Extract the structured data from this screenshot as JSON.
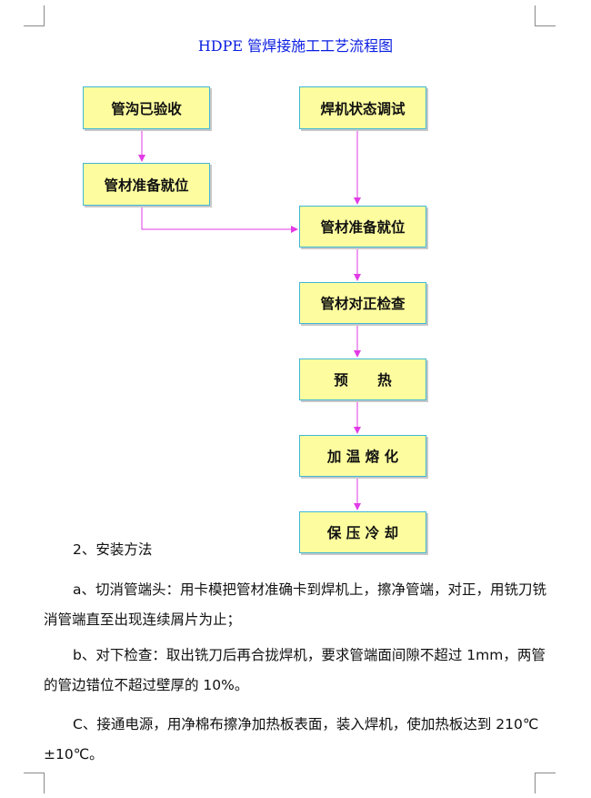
{
  "title": "HDPE 管焊接施工工艺流程图",
  "flowchart": {
    "nodes": {
      "trench_accepted": "管沟已验收",
      "welder_test": "焊机状态调试",
      "pipe_ready_left": "管材准备就位",
      "pipe_ready_main": "管材准备就位",
      "pipe_align_check": "管材对正检查",
      "preheat": "预      热",
      "heat_melt": "加 温 熔 化",
      "hold_cool": "保 压 冷 却"
    },
    "colors": {
      "box_fill": "#fdfd9f",
      "box_border": "#3fb7d6",
      "arrow": "#e23be6",
      "title": "#0a1de0"
    }
  },
  "section": {
    "heading": "2、安装方法",
    "paragraphs": [
      "a、切消管端头：用卡模把管材准确卡到焊机上，擦净管端，对正，用铣刀铣消管端直至出现连续屑片为止；",
      "b、对下检查：取出铣刀后再合拢焊机，要求管端面间隙不超过 1mm，两管的管边错位不超过壁厚的 10%。",
      "C、接通电源，用净棉布擦净加热板表面，装入焊机，使加热板达到 210℃±10℃。"
    ]
  }
}
